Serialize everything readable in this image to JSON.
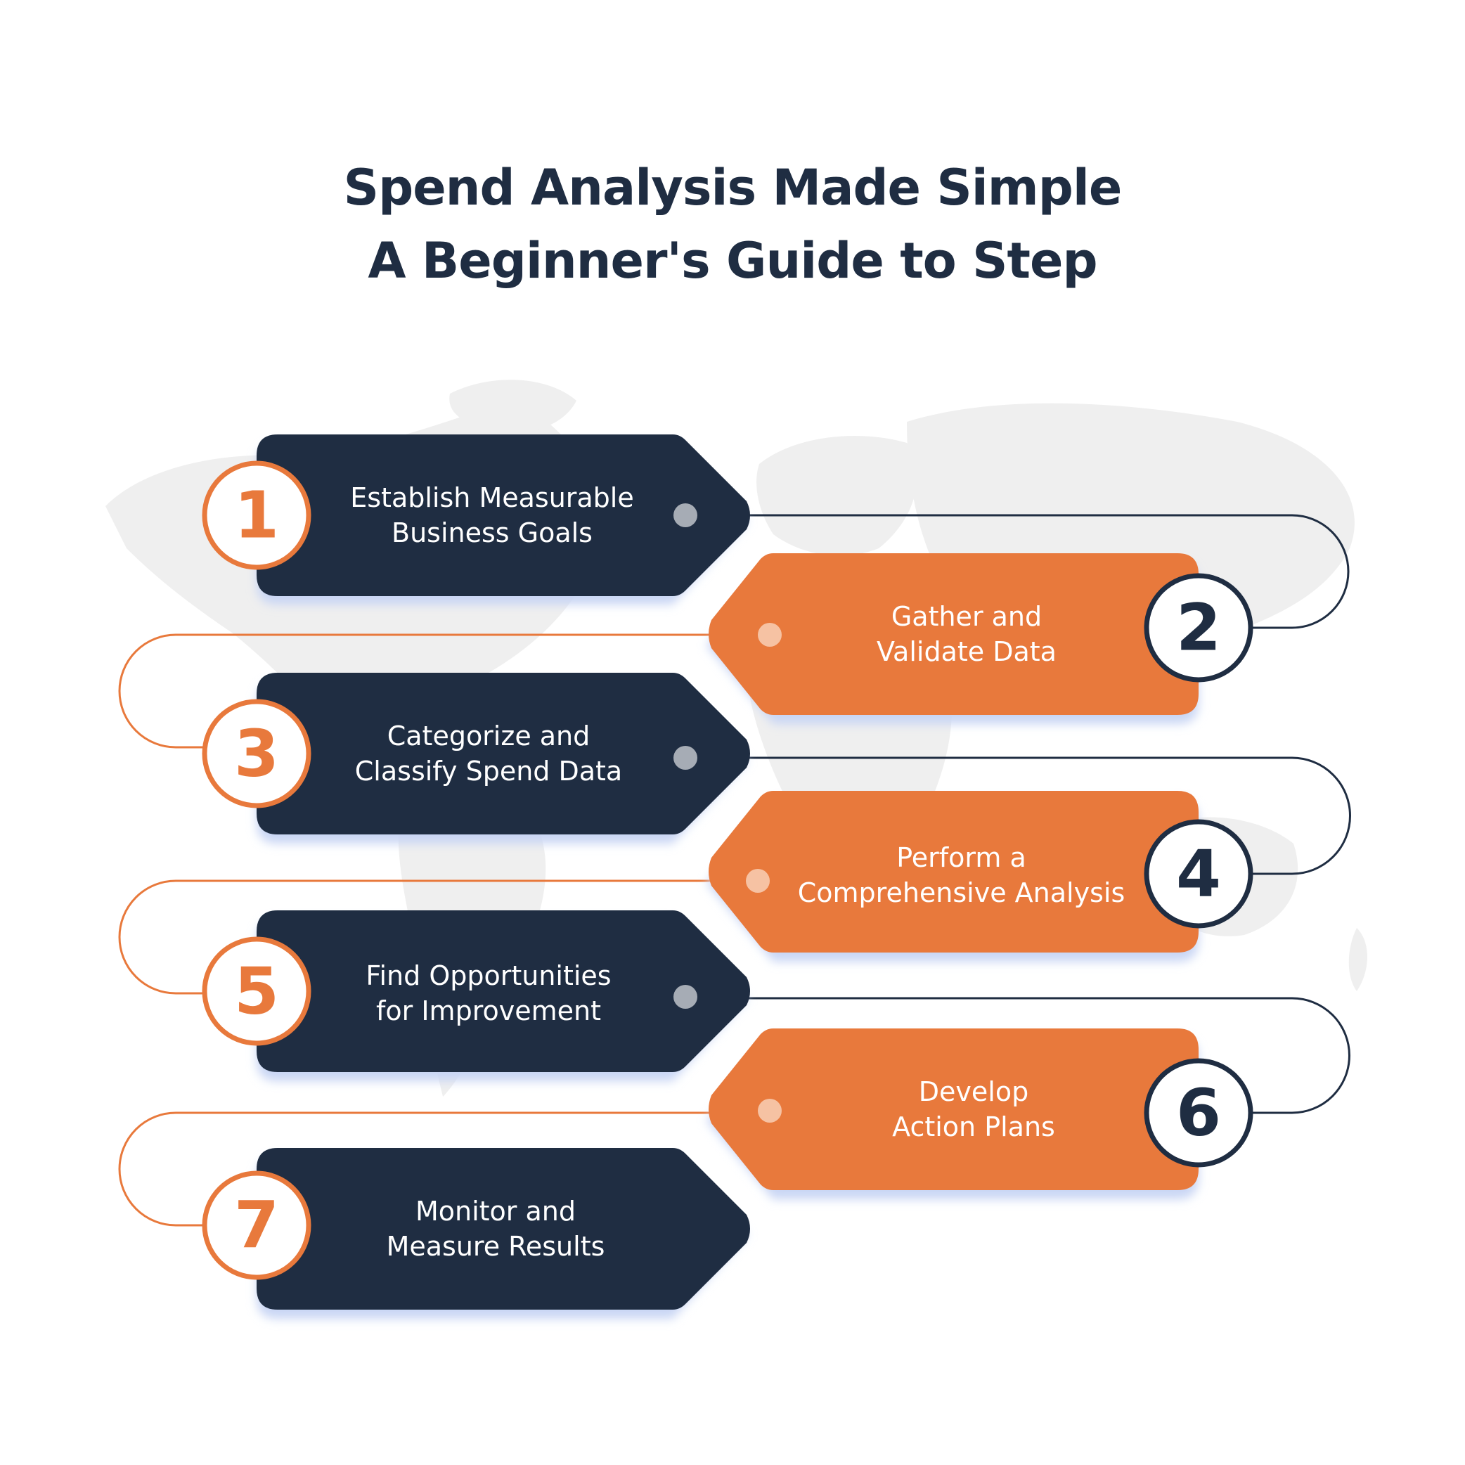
{
  "title": {
    "line1": "Spend Analysis Made Simple",
    "line2": "A Beginner's Guide to Step"
  },
  "colors": {
    "navy": "#1f2d42",
    "orange": "#e8793c",
    "map": "#efefef",
    "shadow": "#c9d6f4"
  },
  "steps": [
    {
      "number": "1",
      "line1": "Establish Measurable",
      "line2": "Business Goals",
      "style": "navy"
    },
    {
      "number": "2",
      "line1": "Gather and",
      "line2": "Validate Data",
      "style": "orange"
    },
    {
      "number": "3",
      "line1": "Categorize and",
      "line2": "Classify Spend Data",
      "style": "navy"
    },
    {
      "number": "4",
      "line1": "Perform a",
      "line2": "Comprehensive Analysis",
      "style": "orange"
    },
    {
      "number": "5",
      "line1": "Find Opportunities",
      "line2": "for Improvement",
      "style": "navy"
    },
    {
      "number": "6",
      "line1": "Develop",
      "line2": "Action Plans",
      "style": "orange"
    },
    {
      "number": "7",
      "line1": "Monitor and",
      "line2": "Measure Results",
      "style": "navy"
    }
  ]
}
